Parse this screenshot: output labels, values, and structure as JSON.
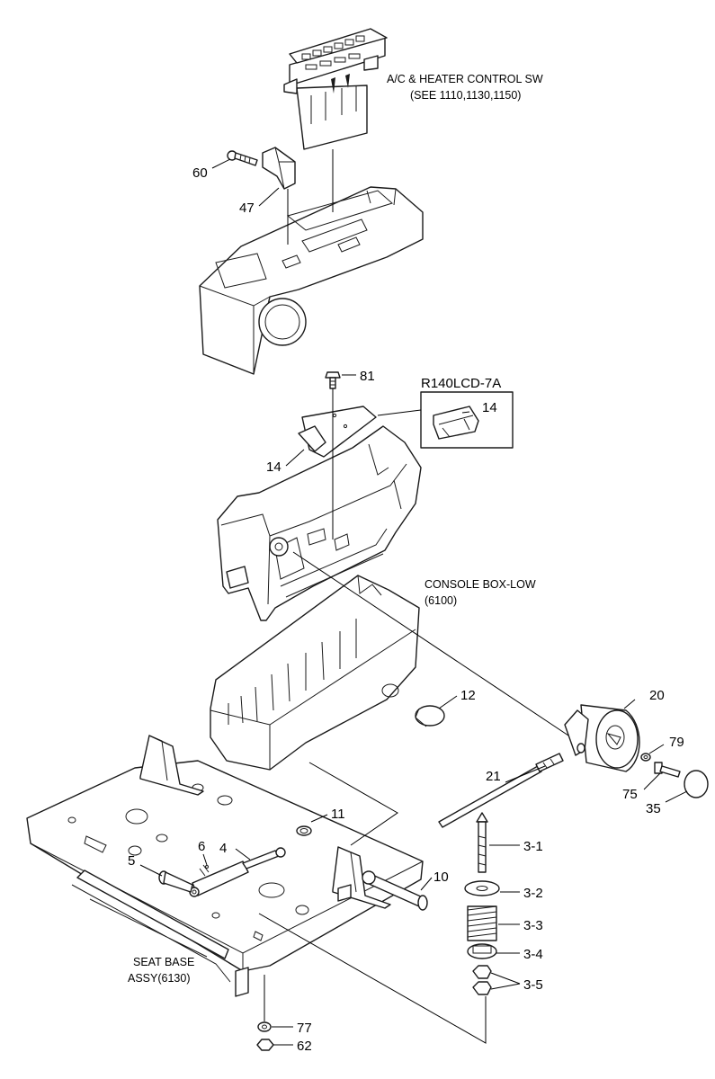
{
  "notes": {
    "ac_heater": {
      "line1": "A/C & HEATER CONTROL SW",
      "line2": "(SEE 1110,1130,1150)"
    },
    "variant": "R140LCD-7A",
    "console_low": {
      "line1": "CONSOLE BOX-LOW",
      "line2": "(6100)"
    },
    "seat_base": {
      "line1": "SEAT BASE",
      "line2": "ASSY(6130)"
    }
  },
  "callouts": {
    "p60": "60",
    "p47": "47",
    "p81": "81",
    "p14a": "14",
    "p14b": "14",
    "p12": "12",
    "p20": "20",
    "p79": "79",
    "p75": "75",
    "p35": "35",
    "p21": "21",
    "p11": "11",
    "p6": "6",
    "p4": "4",
    "p5": "5",
    "p10": "10",
    "p3_1": "3-1",
    "p3_2": "3-2",
    "p3_3": "3-3",
    "p3_4": "3-4",
    "p3_5": "3-5",
    "p77": "77",
    "p62": "62"
  }
}
